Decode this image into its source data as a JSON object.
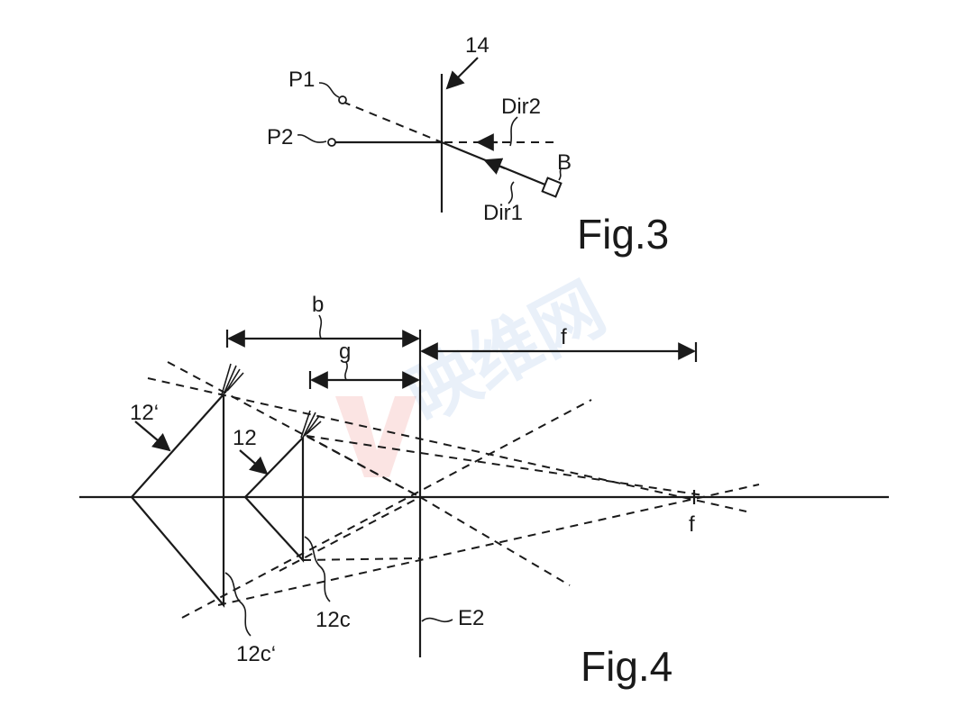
{
  "watermark": {
    "text": "映维网"
  },
  "fig3": {
    "caption": "Fig.3",
    "labels": {
      "element_14": "14",
      "p1": "P1",
      "p2": "P2",
      "dir1": "Dir1",
      "dir2": "Dir2",
      "b": "B"
    }
  },
  "fig4": {
    "caption": "Fig.4",
    "labels": {
      "b": "b",
      "g": "g",
      "f_top": "f",
      "f_axis": "f",
      "element_12": "12",
      "element_12_prime": "12‘",
      "element_12c": "12c",
      "element_12c_prime": "12c‘",
      "e2": "E2"
    }
  }
}
